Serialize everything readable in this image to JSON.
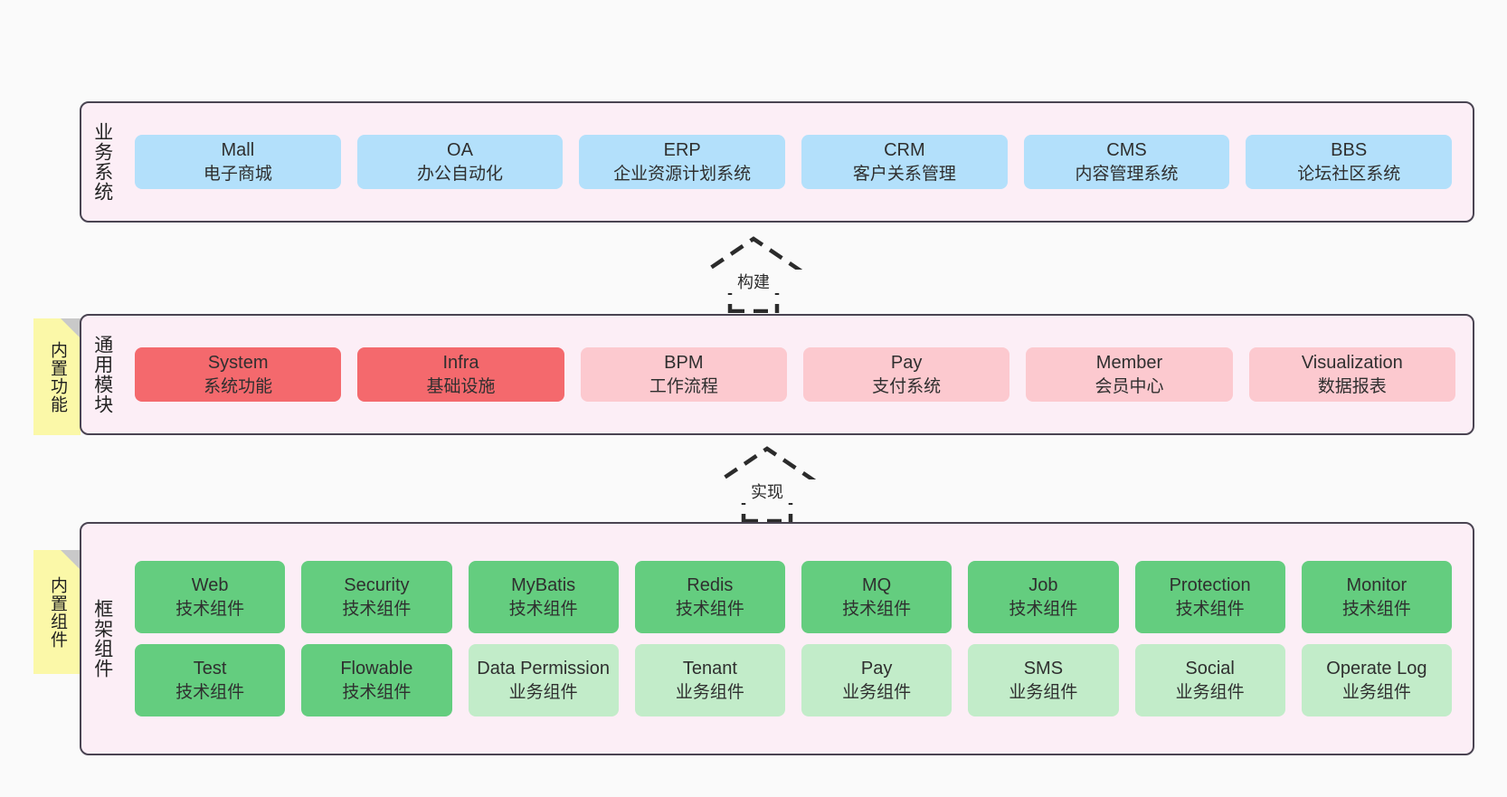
{
  "diagram": {
    "background_color": "#fafafa",
    "band_fill": "#fceef6",
    "band_border": "#4a4452",
    "sticky_color": "#fbf8a8",
    "colors": {
      "blue": "#b3e0fb",
      "red": "#f4696d",
      "pink": "#fcc9cf",
      "green": "#64cd7f",
      "light_green": "#c2ecc9"
    }
  },
  "bands": {
    "business": {
      "title": "业务系统",
      "items": [
        {
          "name": "Mall",
          "desc": "电子商城",
          "color": "blue"
        },
        {
          "name": "OA",
          "desc": "办公自动化",
          "color": "blue"
        },
        {
          "name": "ERP",
          "desc": "企业资源计划系统",
          "color": "blue"
        },
        {
          "name": "CRM",
          "desc": "客户关系管理",
          "color": "blue"
        },
        {
          "name": "CMS",
          "desc": "内容管理系统",
          "color": "blue"
        },
        {
          "name": "BBS",
          "desc": "论坛社区系统",
          "color": "blue"
        }
      ]
    },
    "modules": {
      "title": "通用模块",
      "sticky": "内置功能",
      "items": [
        {
          "name": "System",
          "desc": "系统功能",
          "color": "red"
        },
        {
          "name": "Infra",
          "desc": "基础设施",
          "color": "red"
        },
        {
          "name": "BPM",
          "desc": "工作流程",
          "color": "pink"
        },
        {
          "name": "Pay",
          "desc": "支付系统",
          "color": "pink"
        },
        {
          "name": "Member",
          "desc": "会员中心",
          "color": "pink"
        },
        {
          "name": "Visualization",
          "desc": "数据报表",
          "color": "pink"
        }
      ]
    },
    "framework": {
      "title": "框架组件",
      "sticky": "内置组件",
      "row1": [
        {
          "name": "Web",
          "desc": "技术组件",
          "color": "green"
        },
        {
          "name": "Security",
          "desc": "技术组件",
          "color": "green"
        },
        {
          "name": "MyBatis",
          "desc": "技术组件",
          "color": "green"
        },
        {
          "name": "Redis",
          "desc": "技术组件",
          "color": "green"
        },
        {
          "name": "MQ",
          "desc": "技术组件",
          "color": "green"
        },
        {
          "name": "Job",
          "desc": "技术组件",
          "color": "green"
        },
        {
          "name": "Protection",
          "desc": "技术组件",
          "color": "green"
        },
        {
          "name": "Monitor",
          "desc": "技术组件",
          "color": "green"
        }
      ],
      "row2": [
        {
          "name": "Test",
          "desc": "技术组件",
          "color": "green"
        },
        {
          "name": "Flowable",
          "desc": "技术组件",
          "color": "green"
        },
        {
          "name": "Data Permission",
          "desc": "业务组件",
          "color": "light_green"
        },
        {
          "name": "Tenant",
          "desc": "业务组件",
          "color": "light_green"
        },
        {
          "name": "Pay",
          "desc": "业务组件",
          "color": "light_green"
        },
        {
          "name": "SMS",
          "desc": "业务组件",
          "color": "light_green"
        },
        {
          "name": "Social",
          "desc": "业务组件",
          "color": "light_green"
        },
        {
          "name": "Operate Log",
          "desc": "业务组件",
          "color": "light_green"
        }
      ]
    }
  },
  "connectors": [
    {
      "label": "构建",
      "from": "通用模块",
      "to": "业务系统",
      "style": "dashed-generalization-up"
    },
    {
      "label": "实现",
      "from": "框架组件",
      "to": "通用模块",
      "style": "dashed-generalization-up"
    }
  ]
}
